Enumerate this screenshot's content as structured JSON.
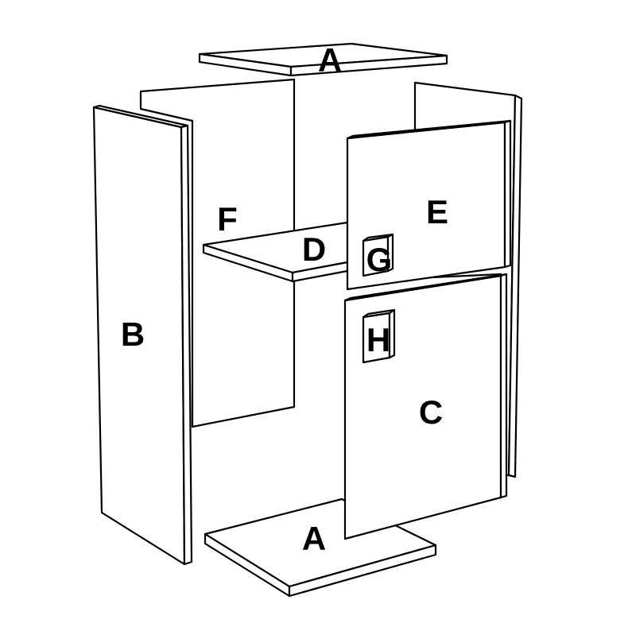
{
  "parts": {
    "top": "A",
    "bottom": "A",
    "side": "B",
    "lower_door": "C",
    "shelf": "D",
    "upper_door": "E",
    "back": "F",
    "upper_handle": "G",
    "lower_handle": "H"
  }
}
